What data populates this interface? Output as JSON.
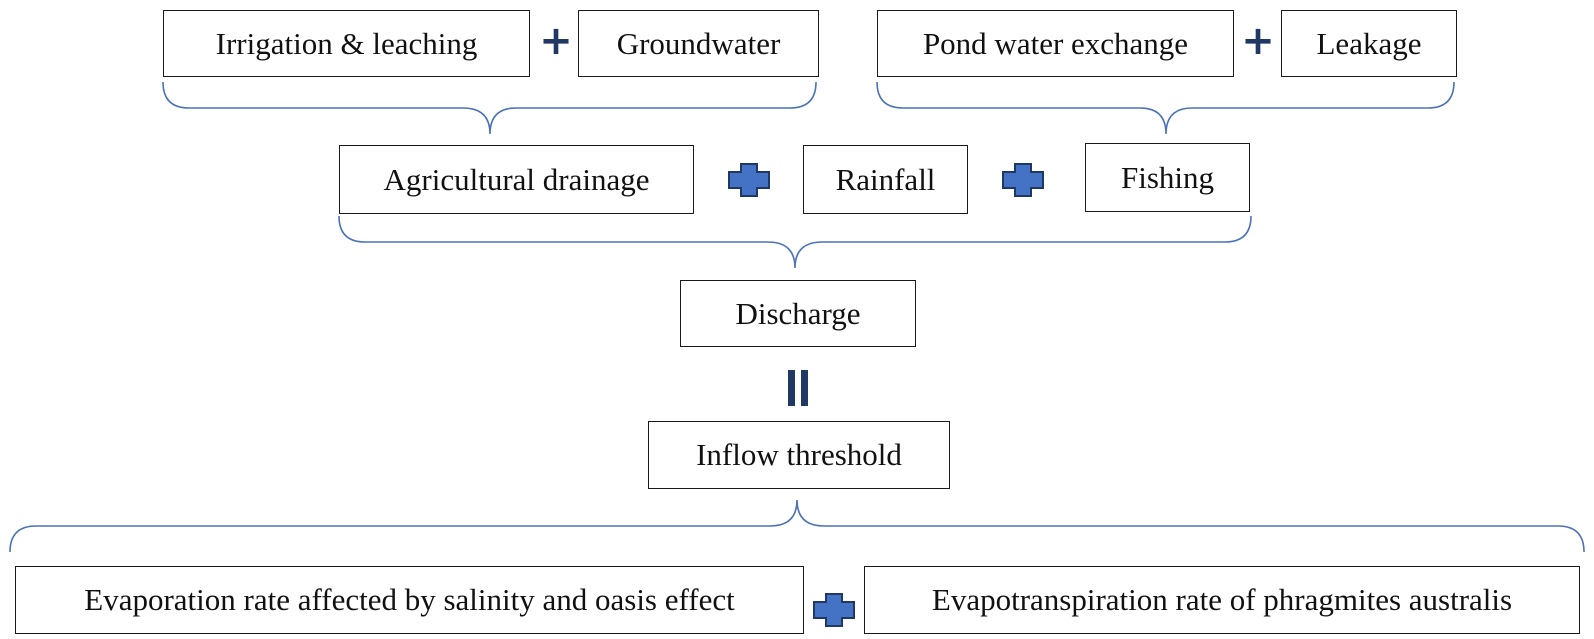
{
  "nodes": {
    "irrigation": "Irrigation & leaching",
    "groundwater": "Groundwater",
    "pond": "Pond water exchange",
    "leakage": "Leakage",
    "agricultural": "Agricultural drainage",
    "rainfall": "Rainfall",
    "fishing": "Fishing",
    "discharge": "Discharge",
    "inflow": "Inflow threshold",
    "evaporation": "Evaporation rate affected by salinity and oasis effect",
    "evapotranspiration": "Evapotranspiration rate of phragmites australis"
  },
  "operators": {
    "plus": "+",
    "equals": "||"
  },
  "colors": {
    "brace": "#4a72b8",
    "plus_fill": "#4472c4",
    "plus_stroke": "#1f3864",
    "text_operator": "#1f3864",
    "box_border": "#1a1a1a"
  }
}
